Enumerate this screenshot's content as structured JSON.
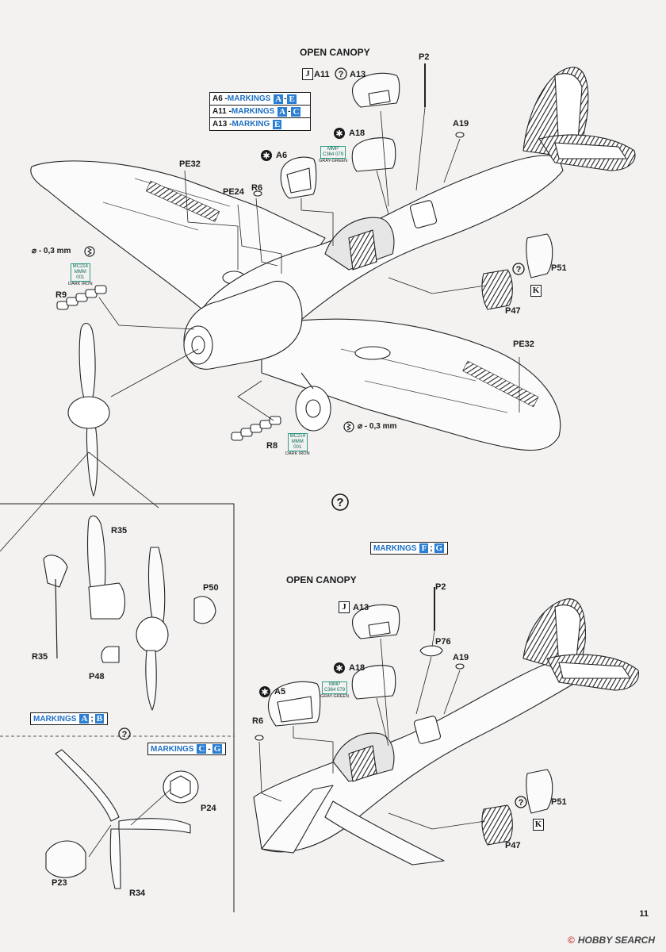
{
  "page_number": "11",
  "watermark": {
    "brand": "HOBBY SEARCH",
    "mark": "©"
  },
  "top": {
    "open_canopy": "OPEN CANOPY",
    "j_mark": "J",
    "a11": "A11",
    "a13": "A13",
    "p2": "P2",
    "a19": "A19",
    "a18": "A18",
    "a6": "A6",
    "pe32_left": "PE32",
    "pe24": "PE24",
    "r6": "R6",
    "drill": "- 0,3 mm",
    "r9": "R9",
    "p51": "P51",
    "p47": "P47",
    "k_mark": "K",
    "pe32_right": "PE32",
    "drill2": "- 0,3 mm",
    "r8": "R8",
    "markings_box": [
      {
        "part": "A6 - ",
        "label": "MARKINGS",
        "from": "A",
        "dash": "-",
        "to": "E"
      },
      {
        "part": "A11 - ",
        "label": "MARKINGS",
        "from": "A",
        "dash": "-",
        "to": "C"
      },
      {
        "part": "A13 - ",
        "label": "MARKING",
        "from": "E",
        "dash": "",
        "to": ""
      }
    ],
    "paint_a18": {
      "code": "MMP",
      "num": "079",
      "c": "C364",
      "name": "GRAY-GREEN"
    },
    "paint_r9": {
      "code": "MC214",
      "mmm": "MMM",
      "num": "001",
      "name": "DARK IRON"
    },
    "paint_r8": {
      "code": "MC214",
      "mmm": "MMM",
      "num": "001",
      "name": "DARK IRON"
    }
  },
  "middle": {
    "question": "?",
    "markings_fg": {
      "label": "MARKINGS",
      "a": "F",
      "sep": ";",
      "b": "G"
    }
  },
  "bottom": {
    "open_canopy": "OPEN CANOPY",
    "j_mark": "J",
    "a13": "A13",
    "p2": "P2",
    "p76": "P76",
    "a19": "A19",
    "a18": "A18",
    "a5": "A5",
    "r6": "R6",
    "p51": "P51",
    "p47": "P47",
    "k_mark": "K",
    "paint_a18": {
      "code": "MMP",
      "num": "079",
      "c": "C364",
      "name": "GRAY-GREEN"
    }
  },
  "inset": {
    "r35_top": "R35",
    "r35_left": "R35",
    "p50": "P50",
    "p48": "P48",
    "markings_ab": {
      "label": "MARKINGS",
      "a": "A",
      "sep": ";",
      "b": "B"
    },
    "markings_cg": {
      "label": "MARKINGS",
      "a": "C",
      "sep": "-",
      "b": "G"
    },
    "p24": "P24",
    "p23": "P23",
    "r34": "R34"
  }
}
